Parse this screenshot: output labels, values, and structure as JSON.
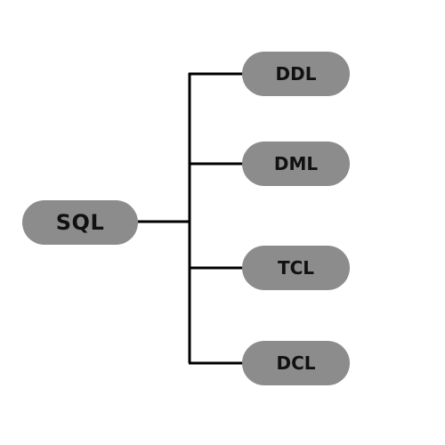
{
  "diagram": {
    "root": {
      "label": "SQL"
    },
    "children": [
      {
        "label": "DDL"
      },
      {
        "label": "DML"
      },
      {
        "label": "TCL"
      },
      {
        "label": "DCL"
      }
    ]
  },
  "colors": {
    "node_fill": "#8c8c8c",
    "node_text": "#111111",
    "connector": "#000000",
    "background": "#ffffff"
  }
}
